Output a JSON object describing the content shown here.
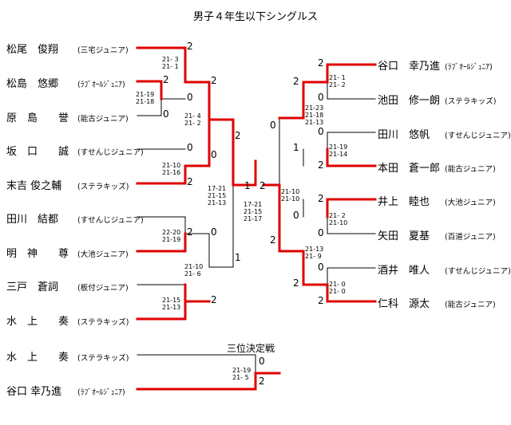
{
  "title": "男子４年生以下シングルス",
  "third_place_label": "三位決定戦",
  "players_left": [
    {
      "name": "松尾　俊翔",
      "club": "(三宅ジュニア)"
    },
    {
      "name": "松島　悠郷",
      "club": "(ﾗﾌﾞｵｰﾙｼﾞｭﾆｱ)"
    },
    {
      "name": "原　島　　誉",
      "club": "(能古ジュニア)"
    },
    {
      "name": "坂　口　　誠",
      "club": "(すせんじジュニア)"
    },
    {
      "name": "末吉 俊之輔",
      "club": "(ステラキッズ)"
    },
    {
      "name": "田川　結都",
      "club": "(すせんじジュニア)"
    },
    {
      "name": "明　神　　尊",
      "club": "(大池ジュニア)"
    },
    {
      "name": "三戸　蒼詞",
      "club": "(板付ジュニア)"
    },
    {
      "name": "水　上　　奏",
      "club": "(ステラキッズ)"
    }
  ],
  "players_right": [
    {
      "name": "谷口　幸乃進",
      "club": "(ﾗﾌﾞｵｰﾙｼﾞｭﾆｱ)"
    },
    {
      "name": "池田　修一朗",
      "club": "(ステラキッズ)"
    },
    {
      "name": "田川　悠帆",
      "club": "(すせんじジュニア)"
    },
    {
      "name": "本田　蒼一郎",
      "club": "(能古ジュニア)"
    },
    {
      "name": "井上　睦也",
      "club": "(大池ジュニア)"
    },
    {
      "name": "矢田　夏基",
      "club": "(百道ジュニア)"
    },
    {
      "name": "酒井　唯人",
      "club": "(すせんじジュニア)"
    },
    {
      "name": "仁科　源太",
      "club": "(能古ジュニア)"
    }
  ],
  "players_third": [
    {
      "name": "水　上　　奏",
      "club": "(ステラキッズ)"
    },
    {
      "name": "谷口 幸乃進",
      "club": "(ﾗﾌﾞｵｰﾙｼﾞｭﾆｱ)"
    }
  ],
  "wins": {
    "l1a": "2",
    "l1b": "2",
    "l1c": "0",
    "l1d": "0",
    "l2a": "2",
    "l2b": "0",
    "l2c": "0",
    "l2d": "2",
    "l2e": "0",
    "l2f": "2",
    "l2g": "2",
    "l3a": "2",
    "l3b": "1",
    "fl": "1",
    "fr": "2",
    "r1a": "2",
    "r1b": "0",
    "r1c": "0",
    "r1d": "2",
    "r1e": "2",
    "r1f": "0",
    "r1g": "0",
    "r1h": "2",
    "r2a": "2",
    "r2b": "1",
    "r2c": "0",
    "r2d": "2",
    "r3a": "0",
    "r3b": "2",
    "t1": "0",
    "t2": "2"
  },
  "scores": {
    "s_l1a": "21- 3\n21- 1",
    "s_l0": "21-19\n21-18",
    "s_l2a": "21- 4\n21- 2",
    "s_l1b": "21-10\n21-16",
    "s_l1c": "22-20\n21-19",
    "s_l2b": "21-10\n21- 6",
    "s_l1d": "21-15\n21-13",
    "s_l3": "17-21\n21-15\n21-13",
    "s_final": "17-21\n21-15\n21-17",
    "s_r3": "21-10\n21-10",
    "s_r2a": "21-23\n21-18\n21-13",
    "s_r1a": "21- 1\n21- 2",
    "s_r1b": "21-19\n21-14",
    "s_r1c": "21- 2\n21-10",
    "s_r2b": "21-13\n21- 9",
    "s_r1d": "21- 0\n21- 0",
    "s_third": "21-19\n21- 5"
  },
  "colors": {
    "win_line": "#e00000",
    "line": "#000000"
  }
}
